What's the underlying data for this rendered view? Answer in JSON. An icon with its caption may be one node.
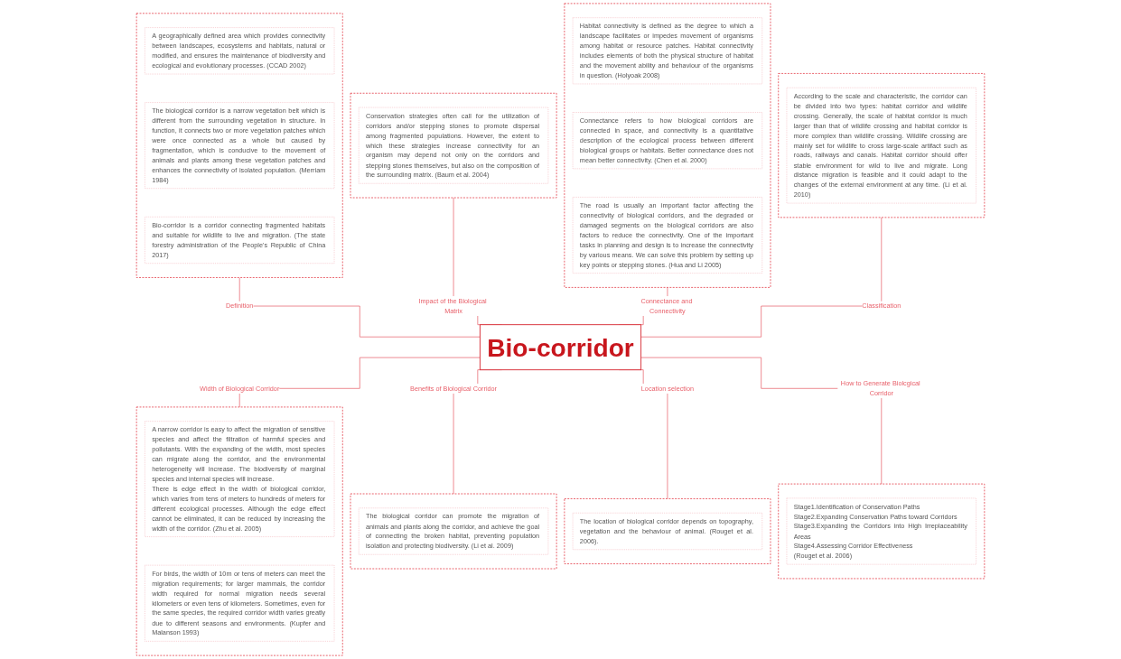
{
  "diagram": {
    "nodes": [
      {
        "text": [],
        "shape": "box"
      },
      {
        "text": [
          "A geographically defined area which provides connectivity between landscapes, ecosystems and habitats, natural or modified, and ensures the maintenance of biodiversity and ecological and evolutionary processes. (CCAD 2002)"
        ],
        "in": 0
      },
      {
        "text": [
          "The biological corridor is a narrow vegetation belt which is different from the surrounding vegetation in structure. In function, it connects two or more vegetation patches which were once connected as a whole but caused by fragmentation, which is conducive to the movement of animals and plants among these vegetation patches and enhances the connectivity of isolated population. (Merriam 1984)"
        ],
        "in": 0
      },
      {
        "text": [
          "Bio-corridor is a corridor connecting fragmented habitats and suitable for wildlife to live and migration. (The state forestry administration of the People's Republic of China 2017)"
        ],
        "in": 0
      },
      {
        "text": [],
        "shape": "box"
      },
      {
        "text": [
          "Conservation strategies often call for the utilization of corridors and/or stepping stones to promote dispersal among fragmented populations. However, the extent to which these strategies increase connectivity for an organism may depend not only on the corridors and stepping stones themselves, but also on the composition of the surrounding matrix. (Baum et al. 2004)"
        ],
        "in": 4
      },
      {
        "text": [],
        "shape": "box"
      },
      {
        "text": [
          "Habitat connectivity is defined as the degree to which a landscape facilitates or impedes movement of organisms among habitat or resource patches. Habitat connectivity includes elements of both the physical structure of habitat and the movement ability and behaviour of the organisms in question. (Holyoak 2008)"
        ],
        "in": 6
      },
      {
        "text": [
          "Connectance refers to how biological corridors are connected in space, and connectivity is a quantitative description of the ecological process between different biological groups or habitats. Better connectance does not mean better connectivity. (Chen et al. 2000)"
        ],
        "in": 6
      },
      {
        "text": [
          "The road is usually an important factor affecting the connectivity of biological corridors, and the degraded or damaged segments on the biological corridors are also factors to reduce the connectivity. One of the important tasks in planning and design is to increase the connectivity by various means. We can solve this problem by setting up key points or stepping stones. (Hua and Li 2005)"
        ],
        "in": 6
      },
      {
        "text": [
          "Bio-corridor"
        ]
      },
      {
        "text": [],
        "shape": "box"
      },
      {
        "text": [
          "According to the scale and characteristic, the corridor can be divided into two types: habitat corridor and wildlife crossing. Generally, the scale of habitat corridor is much larger than that of wildlife crossing and habitat corridor is more complex than wildlife crossing. Wildlife crossing are mainly set for wildlife to cross large-scale artifact such as roads, railways and canals. Habitat corridor should offer stable environment for wild to live and migrate. Long distance migration is feasible and it could adapt to the changes of the external environment at any time. (Li et al. 2010)"
        ],
        "in": 11
      },
      {
        "text": [],
        "shape": "box"
      },
      {
        "text": [
          "A narrow corridor is easy to affect the migration of sensitive species and affect the filtration of harmful species and pollutants. With the expanding of the width, most species can migrate along the corridor, and the environmental heterogeneity will increase. The biodiversity of marginal species and internal species will increase.",
          "There is edge effect in the width of biological corridor, which varies from tens of meters to hundreds of meters for different ecological processes. Although the edge effect cannot be eliminated, it can be reduced by increasing the width of the corridor. (Zhu et al. 2005)"
        ],
        "in": 13
      },
      {
        "text": [
          "For birds, the width of 10m or tens of meters can meet the migration requirements; for larger mammals, the corridor width required for normal migration needs several kilometers or even tens of kilometers. Sometimes, even for the same species, the required corridor width varies greatly due to different seasons and environments. (Kupfer and Malanson 1993)"
        ],
        "in": 13
      },
      {
        "text": [],
        "shape": "box"
      },
      {
        "text": [
          "The biological corridor can promote the migration of animals and plants along the corridor, and achieve the goal of connecting the broken habitat, preventing population isolation and protecting biodiversity. (Li et al. 2009)"
        ],
        "in": 16
      },
      {
        "text": [],
        "shape": "box"
      },
      {
        "text": [
          "The location of biological corridor depends on topography, vegetation and the behaviour of animal. (Rouget et al. 2006)."
        ],
        "in": 18
      },
      {
        "text": [],
        "shape": "box"
      },
      {
        "text": [
          "Stage1.Identification of Conservation Paths",
          "Stage2.Expanding Conservation Paths toward Corridors",
          "Stage3.Expanding the Corridors into High Irreplaceability Areas",
          "Stage4.Assessing Corridor Effectiveness",
          "(Rouget et al. 2006)"
        ],
        "in": 20
      }
    ],
    "edges": [
      {
        "from": 0,
        "to": 10,
        "arrow": "none",
        "label": "Definition"
      },
      {
        "from": 4,
        "to": 10,
        "arrow": "none",
        "label": "Impact of the Biological Matrix"
      },
      {
        "from": 6,
        "to": 10,
        "arrow": "none",
        "label": "Connectance and Connectivity"
      },
      {
        "from": 11,
        "to": 10,
        "arrow": "none",
        "label": "Classification"
      },
      {
        "from": 10,
        "to": 13,
        "arrow": "none",
        "label": "Width of Biological Corridor"
      },
      {
        "from": 10,
        "to": 16,
        "arrow": "none",
        "label": "Benefits of Biological Corridor"
      },
      {
        "from": 10,
        "to": 18,
        "arrow": "none",
        "label": "Location selection"
      },
      {
        "from": 10,
        "to": 20,
        "arrow": "none",
        "label": "How to Generate Biolcgical Corridor"
      }
    ]
  }
}
